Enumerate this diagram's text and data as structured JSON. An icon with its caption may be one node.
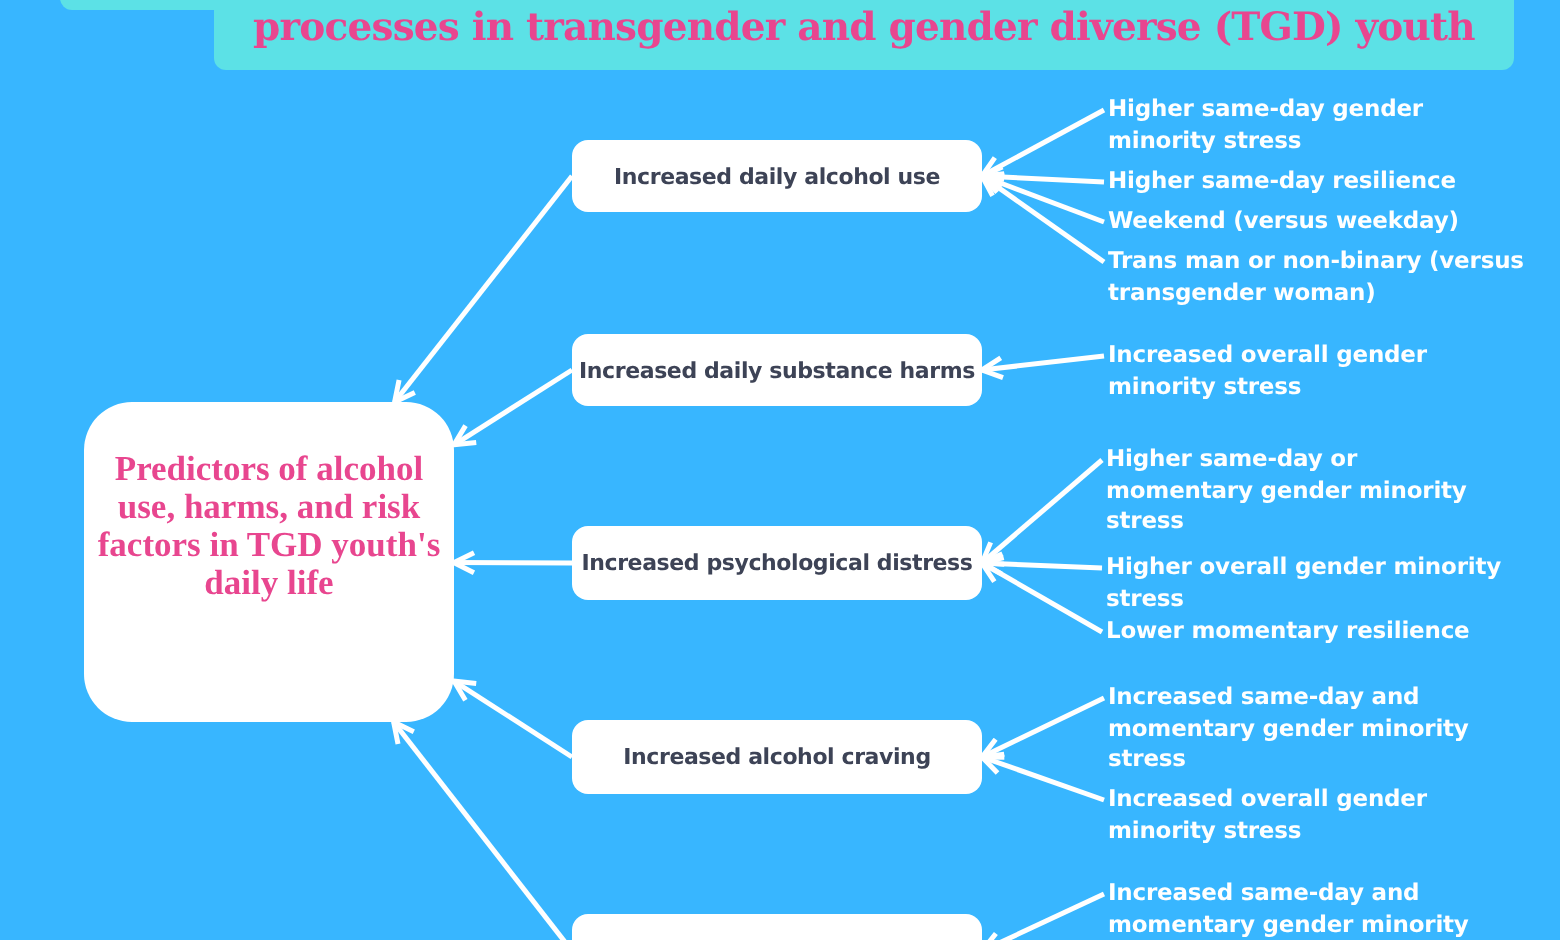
{
  "diagram": {
    "title": "processes in transgender and gender diverse  (TGD) youth",
    "nodes": [
      {
        "text": [
          "Predictors of alcohol use, harms, and risk factors in TGD youth's daily life"
        ]
      },
      {
        "text": [
          "Increased daily alcohol use"
        ]
      },
      {
        "text": [
          "Higher same-day gender minority stress"
        ]
      },
      {
        "text": [
          "Higher same-day resilience"
        ]
      },
      {
        "text": [
          "Weekend (versus weekday)"
        ]
      },
      {
        "text": [
          "Trans man or non-binary (versus transgender woman)"
        ]
      },
      {
        "text": [
          "Increased daily substance harms"
        ]
      },
      {
        "text": [
          "Increased overall gender minority stress"
        ]
      },
      {
        "text": [
          "Increased psychological distress"
        ]
      },
      {
        "text": [
          "Higher same-day or momentary gender minority stress"
        ]
      },
      {
        "text": [
          "Higher overall gender minority stress"
        ]
      },
      {
        "text": [
          "Lower momentary resilience"
        ]
      },
      {
        "text": [
          "Increased alcohol craving"
        ]
      },
      {
        "text": [
          "Increased same-day and momentary gender minority stress"
        ]
      },
      {
        "text": [
          "Increased overall gender minority stress"
        ]
      },
      {
        "text": [],
        "shape": "box"
      },
      {
        "text": [
          "Increased same-day and momentary gender minority"
        ]
      }
    ],
    "edges": [
      {
        "from": 2,
        "to": 1,
        "arrow": "to"
      },
      {
        "from": 3,
        "to": 1,
        "arrow": "to"
      },
      {
        "from": 4,
        "to": 1,
        "arrow": "to"
      },
      {
        "from": 5,
        "to": 1,
        "arrow": "to"
      },
      {
        "from": 7,
        "to": 6,
        "arrow": "to"
      },
      {
        "from": 9,
        "to": 8,
        "arrow": "to"
      },
      {
        "from": 10,
        "to": 8,
        "arrow": "to"
      },
      {
        "from": 11,
        "to": 8,
        "arrow": "to"
      },
      {
        "from": 13,
        "to": 12,
        "arrow": "to"
      },
      {
        "from": 14,
        "to": 12,
        "arrow": "to"
      },
      {
        "from": 16,
        "to": 15,
        "arrow": "to"
      },
      {
        "from": 1,
        "to": 0,
        "arrow": "to"
      },
      {
        "from": 6,
        "to": 0,
        "arrow": "to"
      },
      {
        "from": 8,
        "to": 0,
        "arrow": "to"
      },
      {
        "from": 12,
        "to": 0,
        "arrow": "to"
      },
      {
        "from": 15,
        "to": 0,
        "arrow": "to"
      }
    ]
  }
}
